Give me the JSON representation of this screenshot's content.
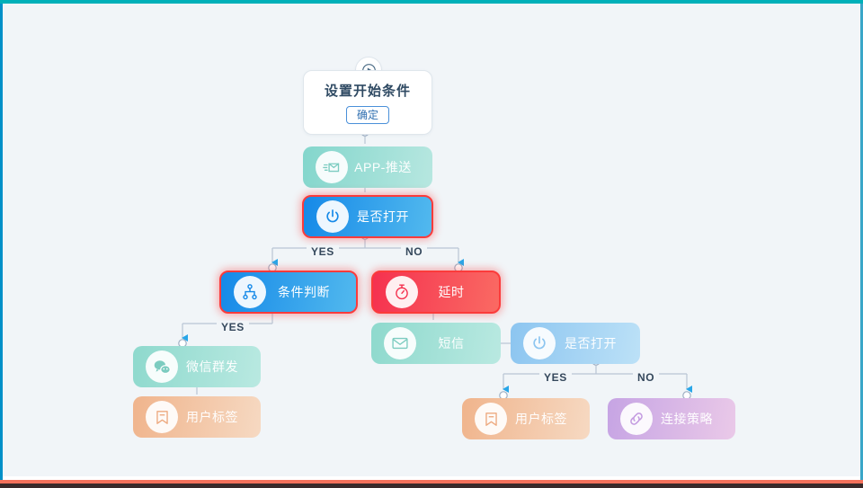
{
  "canvas": {
    "background": "#f1f5f8",
    "frame_colors": {
      "top": "#00b0b9",
      "left": "#0090c8",
      "right": "#3aa6c8",
      "bottom": "#f4715b"
    }
  },
  "start_node": {
    "badge_icon": "play-circle-icon",
    "title": "设置开始条件",
    "confirm_label": "确定"
  },
  "nodes": [
    {
      "id": "app-push",
      "label": "APP-推送",
      "icon": "envelope-push-icon",
      "theme": "teal",
      "selected": false
    },
    {
      "id": "is-open-1",
      "label": "是否打开",
      "icon": "power-icon",
      "theme": "blue-strong",
      "selected": true
    },
    {
      "id": "condition",
      "label": "条件判断",
      "icon": "branch-icon",
      "theme": "blue-strong",
      "selected": true
    },
    {
      "id": "delay",
      "label": "延时",
      "icon": "stopwatch-icon",
      "theme": "red-strong",
      "selected": true
    },
    {
      "id": "wechat-mass",
      "label": "微信群发",
      "icon": "wechat-icon",
      "theme": "teal",
      "selected": false
    },
    {
      "id": "user-tag-1",
      "label": "用户标签",
      "icon": "bookmark-icon",
      "theme": "orange",
      "selected": false
    },
    {
      "id": "sms",
      "label": "短信",
      "icon": "mail-icon",
      "theme": "teal",
      "selected": false
    },
    {
      "id": "is-open-2",
      "label": "是否打开",
      "icon": "power-icon",
      "theme": "blue-light",
      "selected": false
    },
    {
      "id": "user-tag-2",
      "label": "用户标签",
      "icon": "bookmark-icon",
      "theme": "orange",
      "selected": false
    },
    {
      "id": "link-policy",
      "label": "连接策略",
      "icon": "link-icon",
      "theme": "purple",
      "selected": false
    }
  ],
  "branch_labels": {
    "open1_yes": "YES",
    "open1_no": "NO",
    "condition_yes": "YES",
    "open2_yes": "YES",
    "open2_no": "NO"
  },
  "connector_colors": {
    "line": "#b9c5d4",
    "arrow": "#29a6e8",
    "anchor_fill": "#ffffff",
    "anchor_stroke": "#9fb0c4"
  }
}
